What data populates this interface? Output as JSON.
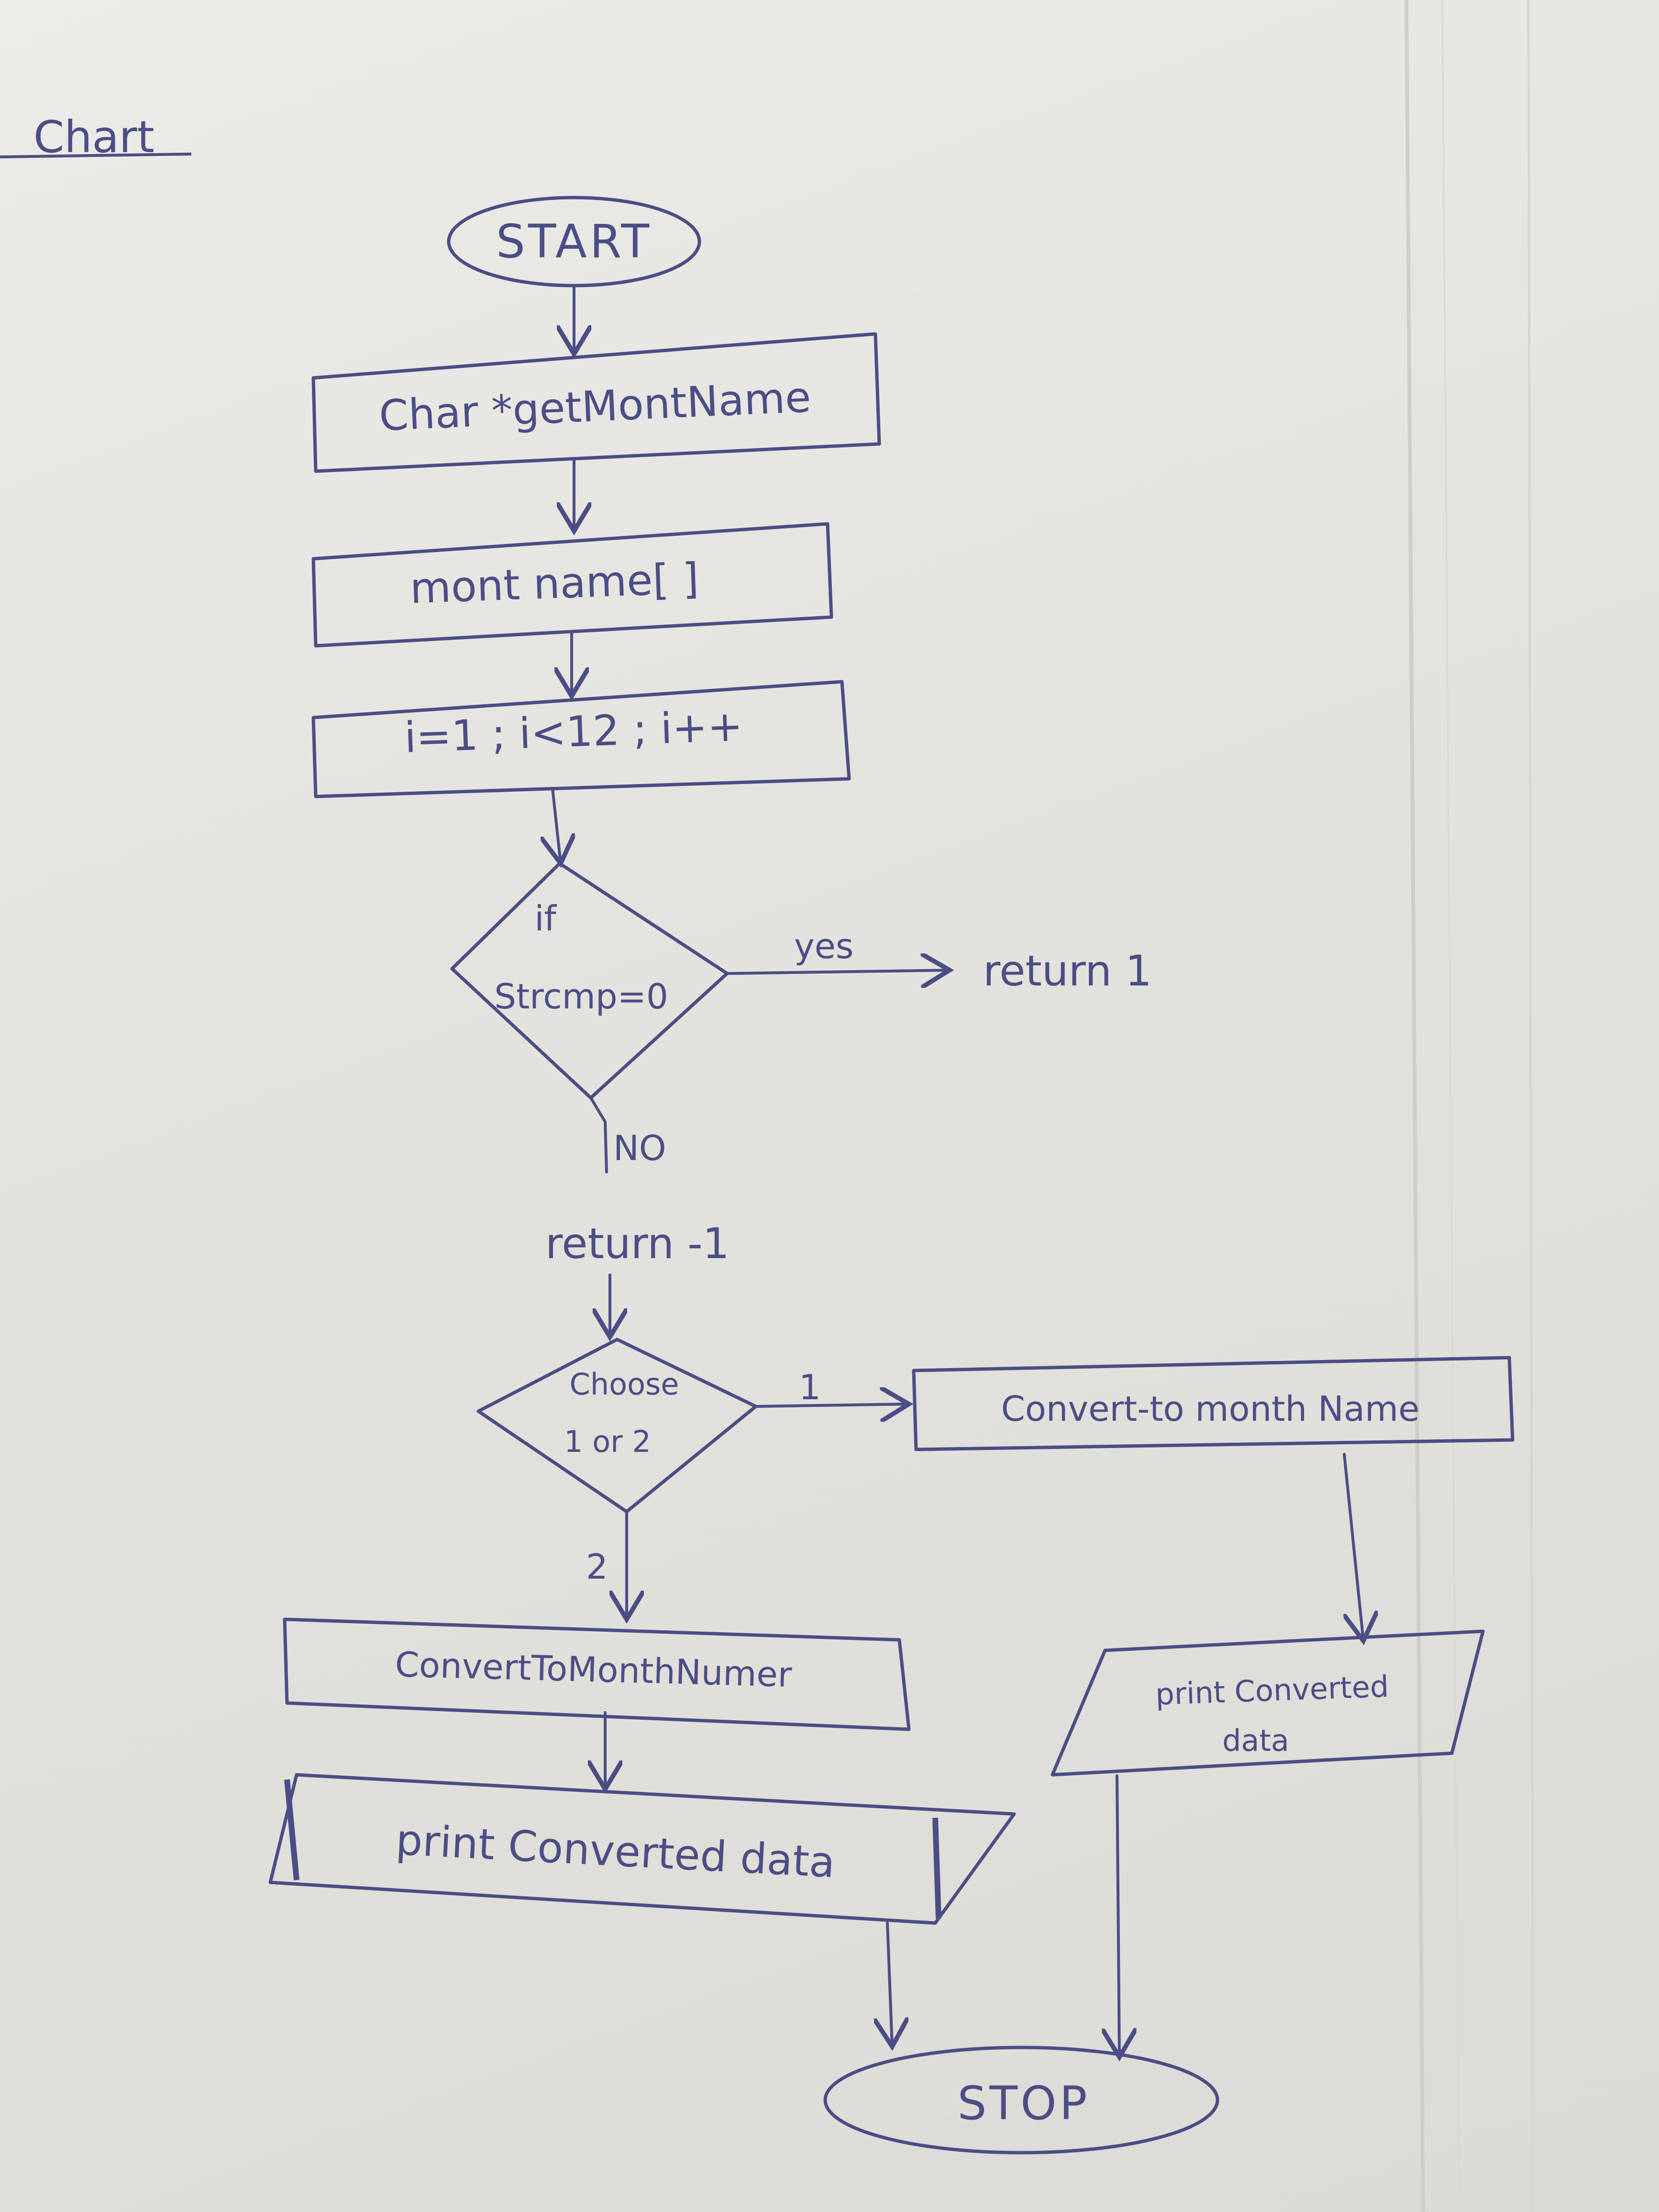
{
  "heading": "Chart",
  "nodes": {
    "start": "START",
    "get_month_name": "Char *getMontName",
    "month_name_array": "mont name[ ]",
    "loop": "i=1 ; i<12 ; i++",
    "if_line1": "if",
    "if_line2": "Strcmp=0",
    "return_no": "return -1",
    "choose_line1": "Choose",
    "choose_line2": "1 or 2",
    "convert_to_month_name": "Convert-to month Name",
    "convert_to_month_number": "ConvertToMonthNumer",
    "print_left": "print Converted data",
    "print_right_line1": "print Converted",
    "print_right_line2": "data",
    "stop": "STOP"
  },
  "edges": {
    "yes": "yes",
    "return_yes": "return 1",
    "no": "NO",
    "choice_1": "1",
    "choice_2": "2"
  },
  "colors": {
    "ink": "#4b4d86",
    "paper": "#e8e7e2"
  }
}
